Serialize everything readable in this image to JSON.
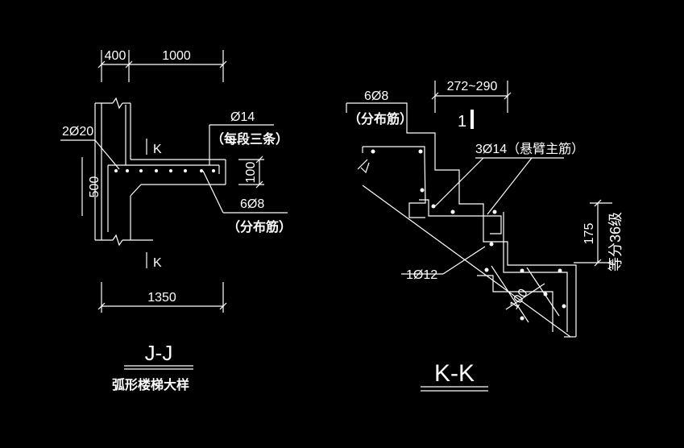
{
  "drawing": {
    "colors": {
      "background": "#000000",
      "line": "#ffffff",
      "dot": "#ffffff"
    },
    "section_jj": {
      "dim_top_left": "400",
      "dim_top_right": "1000",
      "dim_bottom": "1350",
      "dim_height": "500",
      "dim_slab_thickness": "100",
      "rebar_top_left": "2Ø20",
      "rebar_phi14": "Ø14",
      "note_each_three": "（每段三条）",
      "rebar_6phi8": "6Ø8",
      "note_distribution": "（分布筋）",
      "cut_mark_top": "K",
      "cut_mark_bottom": "K",
      "title": "J-J",
      "subtitle": "弧形楼梯大样"
    },
    "section_kk": {
      "rebar_6phi8": "6Ø8",
      "note_distribution": "（分布筋）",
      "dim_tread": "272~290",
      "slope_marker": "1",
      "rebar_3phi14": "3Ø14（悬臂主筋）",
      "dim_riser": "175",
      "note_riser": "等分36级",
      "rebar_1phi12": "1Ø12",
      "dim_thickness": "100",
      "title": "K-K"
    }
  }
}
